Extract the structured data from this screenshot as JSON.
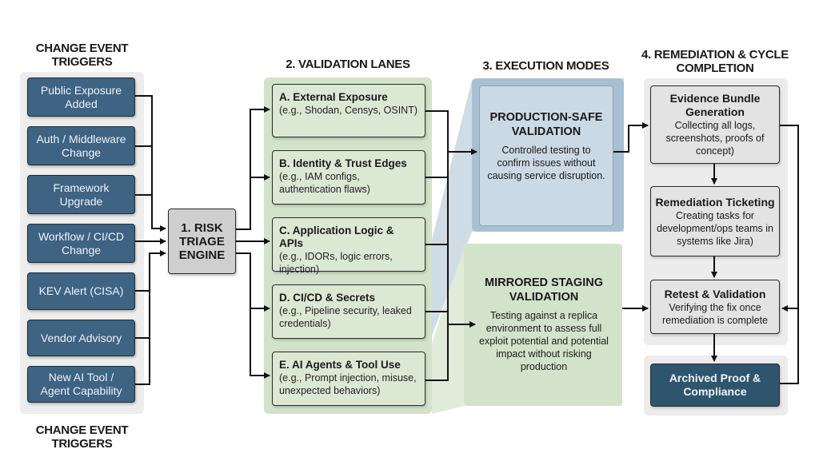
{
  "triggers": {
    "title_top": "CHANGE EVENT TRIGGERS",
    "title_bottom": "CHANGE EVENT TRIGGERS",
    "items": [
      {
        "label": "Public Exposure Added"
      },
      {
        "label": "Auth / Middleware Change"
      },
      {
        "label": "Framework Upgrade"
      },
      {
        "label": "Workflow / CI/CD Change"
      },
      {
        "label": "KEV Alert (CISA)"
      },
      {
        "label": "Vendor Advisory"
      },
      {
        "label": "New AI Tool / Agent Capability"
      }
    ]
  },
  "triage": {
    "label": "1. RISK TRIAGE ENGINE"
  },
  "lanes": {
    "title": "2. VALIDATION LANES",
    "items": [
      {
        "title": "A. External Exposure",
        "desc": "(e.g., Shodan, Censys, OSINT)"
      },
      {
        "title": "B. Identity & Trust Edges",
        "desc": "(e.g., IAM configs, authentication flaws)"
      },
      {
        "title": "C. Application Logic & APIs",
        "desc": "(e.g., IDORs, logic errors, injection)"
      },
      {
        "title": "D. CI/CD & Secrets",
        "desc": "(e.g., Pipeline security, leaked credentials)"
      },
      {
        "title": "E. AI Agents & Tool Use",
        "desc": "(e.g., Prompt injection, misuse, unexpected behaviors)"
      }
    ]
  },
  "modes": {
    "title": "3. EXECUTION MODES",
    "production": {
      "title": "PRODUCTION-SAFE VALIDATION",
      "desc": "Controlled testing to confirm issues without causing service disruption."
    },
    "staging": {
      "title": "MIRRORED STAGING VALIDATION",
      "desc": "Testing against a replica environment to assess full exploit potential and potential impact without risking production"
    }
  },
  "remediation": {
    "title": "4. REMEDIATION & CYCLE COMPLETION",
    "evidence": {
      "title": "Evidence Bundle Generation",
      "desc": "Collecting all logs, screenshots, proofs of concept)"
    },
    "ticketing": {
      "title": "Remediation Ticketing",
      "desc": "Creating tasks for development/ops teams in systems like Jira)"
    },
    "retest": {
      "title": "Retest & Validation",
      "desc": "Verifying the fix once remediation is complete"
    },
    "archive": {
      "title": "Archived Proof & Compliance"
    }
  },
  "colors": {
    "trigger": "#3e6383",
    "lane_panel": "#d3e3cb",
    "production_panel": "#a9c0d2",
    "archive": "#2f546e"
  }
}
